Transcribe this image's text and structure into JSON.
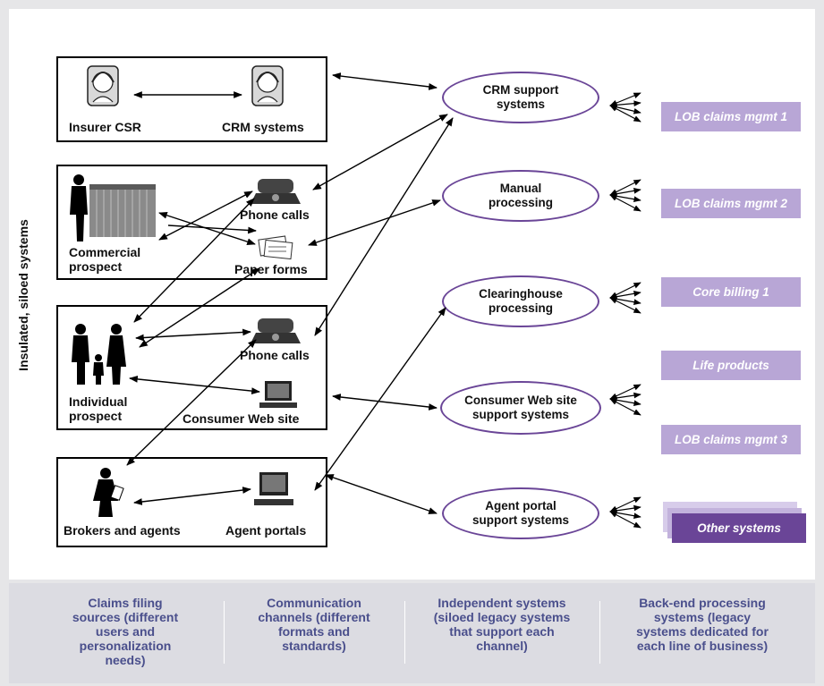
{
  "side_label": "Insulated, siloed systems",
  "groups": {
    "csr": {
      "left": "Insurer CSR",
      "right": "CRM systems"
    },
    "commercial": {
      "prospect": "Commercial\nprospect",
      "phone": "Phone calls",
      "paper": "Paper forms"
    },
    "individual": {
      "prospect": "Individual\nprospect",
      "phone": "Phone calls",
      "web": "Consumer Web site"
    },
    "brokers": {
      "left": "Brokers and agents",
      "right": "Agent portals"
    }
  },
  "ovals": {
    "crm": "CRM support\nsystems",
    "manual": "Manual\nprocessing",
    "clearinghouse": "Clearinghouse\nprocessing",
    "consumer_web": "Consumer Web site\nsupport systems",
    "agent_portal": "Agent portal\nsupport systems"
  },
  "backend": {
    "lob1": "LOB claims mgmt 1",
    "lob2": "LOB claims mgmt 2",
    "billing": "Core billing 1",
    "life": "Life products",
    "lob3": "LOB claims mgmt 3",
    "other": "Other systems"
  },
  "colors": {
    "oval_border": "#6a4597",
    "lob_fill": "#b8a6d6",
    "other_fill": "#6a4597",
    "footer_text": "#4a4f8c"
  },
  "footer": {
    "col1": "Claims filing\nsources (different\nusers and\npersonalization\nneeds)",
    "col2": "Communication\nchannels (different\nformats and\nstandards)",
    "col3": "Independent systems\n(siloed legacy systems\nthat support each\nchannel)",
    "col4": "Back-end processing\nsystems (legacy\nsystems dedicated for\neach line of business)"
  }
}
